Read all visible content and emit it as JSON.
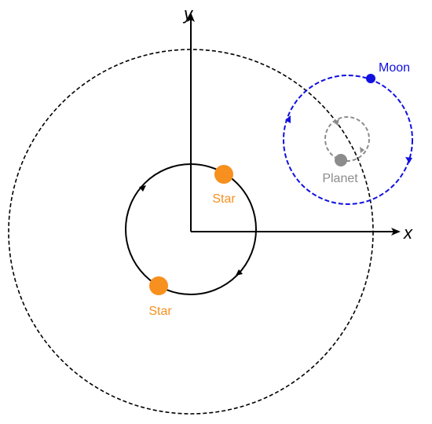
{
  "axes": {
    "x_label": "x",
    "y_label": "y"
  },
  "labels": {
    "star_upper": "Star",
    "star_lower": "Star",
    "planet": "Planet",
    "moon": "Moon"
  },
  "colors": {
    "star": "#F7901E",
    "moon": "#1010E0",
    "planet": "#8C8C8C",
    "line": "#000000"
  }
}
